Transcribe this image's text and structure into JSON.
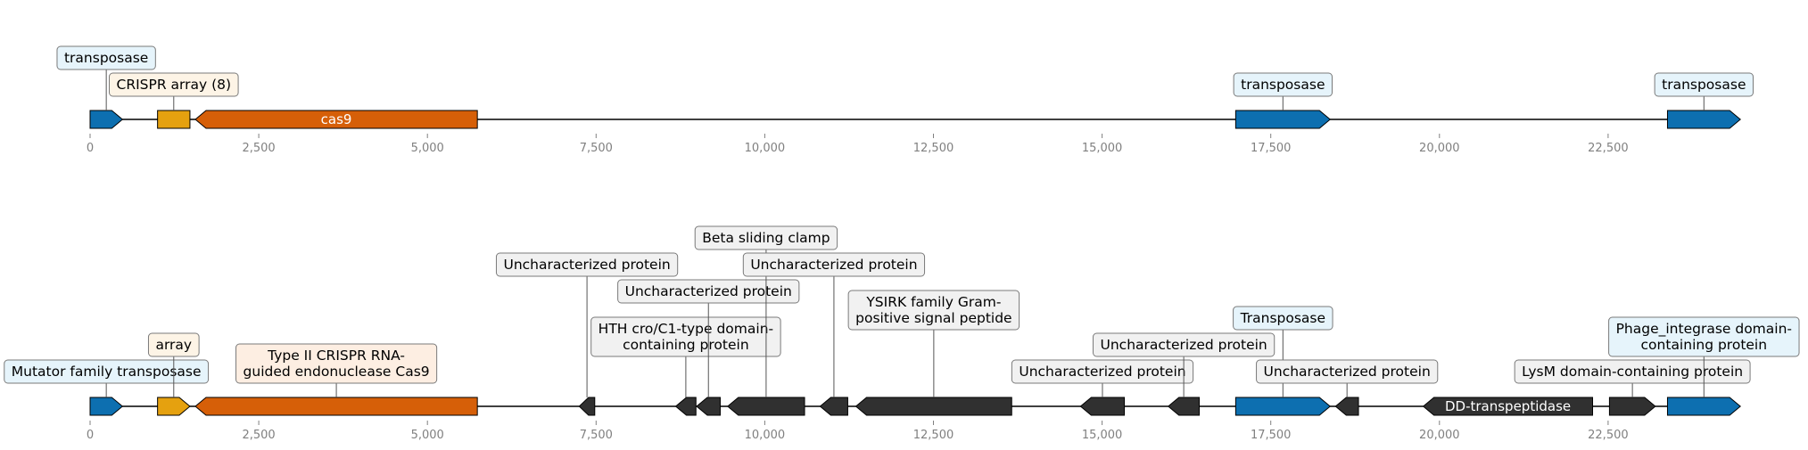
{
  "colors": {
    "transposase": "#0d6fb0",
    "crispr_array": "#e5a10f",
    "cas9": "#d65f08",
    "other": "#303030",
    "backbone": "#000000",
    "tick_text": "#808080",
    "box_blue_fill": "#e6f4fb",
    "box_orange_fill": "#fdf4e6",
    "box_cas_fill": "#fdeee2",
    "box_grey_fill": "#f1f1f1",
    "box_stroke": "#7a7a7a"
  },
  "ticks": [
    "0",
    "2,500",
    "5,000",
    "7,500",
    "10,000",
    "12,500",
    "15,000",
    "17,500",
    "20,000",
    "22,500"
  ],
  "tracks": [
    {
      "id": "top",
      "genes": [
        {
          "start": 0,
          "end": 480,
          "strand": 1,
          "kind": "transposase",
          "label": "transposase",
          "label_level": 2
        },
        {
          "start": 1000,
          "end": 1480,
          "strand": 0,
          "kind": "crispr_array",
          "label": "CRISPR array (8)",
          "label_level": 1
        },
        {
          "start": 1560,
          "end": 5740,
          "strand": -1,
          "kind": "cas9",
          "inner_label": "cas9"
        },
        {
          "start": 16980,
          "end": 18380,
          "strand": 1,
          "kind": "transposase",
          "label": "transposase",
          "label_level": 1
        },
        {
          "start": 23380,
          "end": 24460,
          "strand": 1,
          "kind": "transposase",
          "label": "transposase",
          "label_level": 1
        }
      ]
    },
    {
      "id": "bottom",
      "genes": [
        {
          "start": 0,
          "end": 480,
          "strand": 1,
          "kind": "transposase",
          "label": "Mutator family transposase",
          "label_level": 1
        },
        {
          "start": 1000,
          "end": 1480,
          "strand": 1,
          "kind": "crispr_array",
          "label": "array",
          "label_level": 2
        },
        {
          "start": 1560,
          "end": 5740,
          "strand": -1,
          "kind": "cas9",
          "label": "Type II CRISPR RNA-\nguided endonuclease Cas9",
          "label_level": 1
        },
        {
          "start": 7250,
          "end": 7480,
          "strand": -1,
          "kind": "other",
          "label": "Uncharacterized protein",
          "label_level": 5
        },
        {
          "start": 8680,
          "end": 8980,
          "strand": -1,
          "kind": "other",
          "label": "HTH cro/C1-type domain-\ncontaining protein",
          "label_level": 2
        },
        {
          "start": 8990,
          "end": 9340,
          "strand": -1,
          "kind": "other",
          "label": "Uncharacterized protein",
          "label_level": 4
        },
        {
          "start": 9450,
          "end": 10590,
          "strand": -1,
          "kind": "other",
          "label": "Beta sliding clamp",
          "label_level": 6
        },
        {
          "start": 10820,
          "end": 11230,
          "strand": -1,
          "kind": "other",
          "label": "Uncharacterized protein",
          "label_level": 5
        },
        {
          "start": 11350,
          "end": 13660,
          "strand": -1,
          "kind": "other",
          "label": "YSIRK family Gram-\npositive signal peptide",
          "label_level": 3
        },
        {
          "start": 14680,
          "end": 15330,
          "strand": -1,
          "kind": "other",
          "label": "Uncharacterized protein",
          "label_level": 1
        },
        {
          "start": 15980,
          "end": 16440,
          "strand": -1,
          "kind": "other",
          "label": "Uncharacterized protein",
          "label_level": 2
        },
        {
          "start": 16980,
          "end": 18380,
          "strand": 1,
          "kind": "transposase",
          "label": "Transposase",
          "label_level": 3
        },
        {
          "start": 18460,
          "end": 18800,
          "strand": -1,
          "kind": "other",
          "label": "Uncharacterized protein",
          "label_level": 1
        },
        {
          "start": 19760,
          "end": 22270,
          "strand": -1,
          "kind": "other",
          "inner_label": "DD-transpeptidase"
        },
        {
          "start": 22520,
          "end": 23200,
          "strand": 1,
          "kind": "other",
          "label": "LysM domain-containing protein",
          "label_level": 1
        },
        {
          "start": 23380,
          "end": 24460,
          "strand": 1,
          "kind": "transposase",
          "label": "Phage_integrase domain-\ncontaining protein",
          "label_level": 2
        }
      ]
    }
  ]
}
